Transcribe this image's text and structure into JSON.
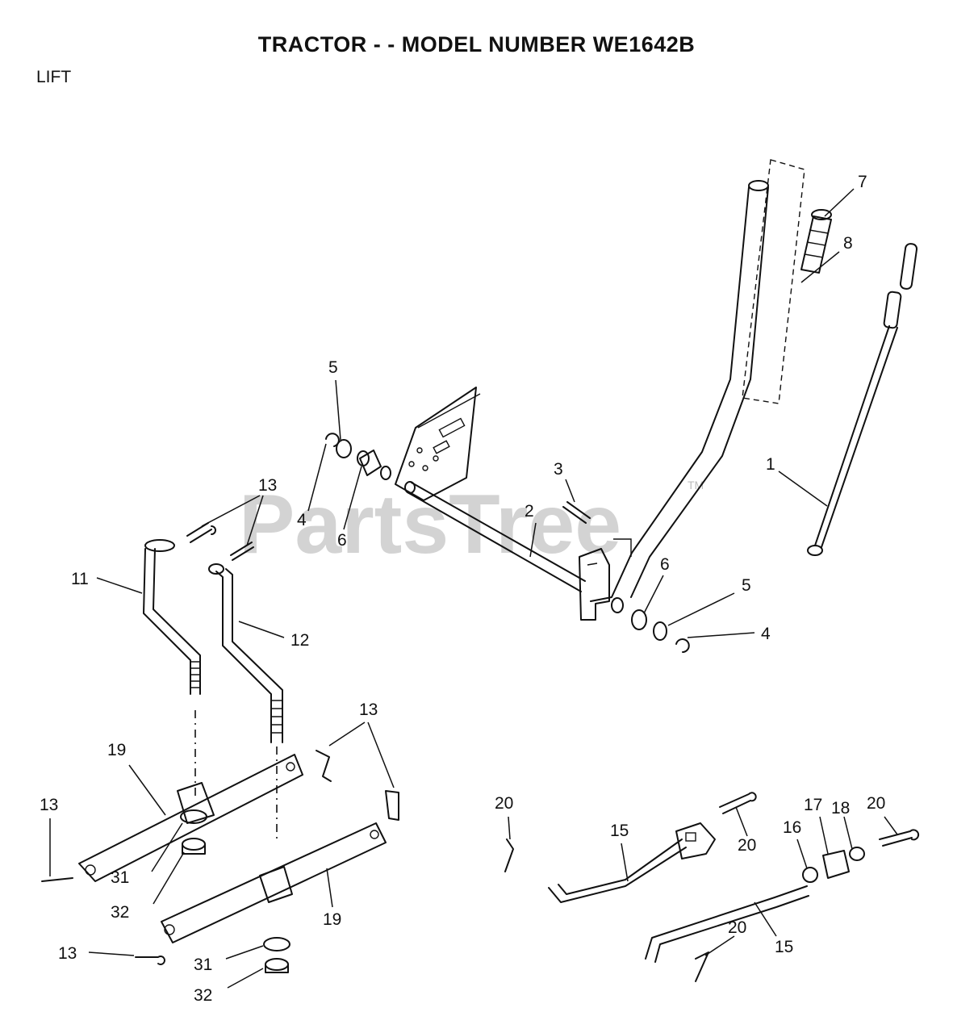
{
  "title": "TRACTOR - - MODEL NUMBER WE1642B",
  "section": "LIFT",
  "watermark": {
    "text": "PartsTree",
    "tm": "TM"
  },
  "callouts": [
    {
      "id": "c7",
      "text": "7"
    },
    {
      "id": "c8",
      "text": "8"
    },
    {
      "id": "c5a",
      "text": "5"
    },
    {
      "id": "c1",
      "text": "1"
    },
    {
      "id": "c3",
      "text": "3"
    },
    {
      "id": "c13a",
      "text": "13"
    },
    {
      "id": "c2",
      "text": "2"
    },
    {
      "id": "c4a",
      "text": "4"
    },
    {
      "id": "c6a",
      "text": "6"
    },
    {
      "id": "c11",
      "text": "11"
    },
    {
      "id": "c6b",
      "text": "6"
    },
    {
      "id": "c5b",
      "text": "5"
    },
    {
      "id": "c4b",
      "text": "4"
    },
    {
      "id": "c12",
      "text": "12"
    },
    {
      "id": "c13b",
      "text": "13"
    },
    {
      "id": "c19a",
      "text": "19"
    },
    {
      "id": "c13c",
      "text": "13"
    },
    {
      "id": "c20a",
      "text": "20"
    },
    {
      "id": "c20b",
      "text": "20"
    },
    {
      "id": "c15a",
      "text": "15"
    },
    {
      "id": "c16",
      "text": "16"
    },
    {
      "id": "c17",
      "text": "17"
    },
    {
      "id": "c18",
      "text": "18"
    },
    {
      "id": "c20c",
      "text": "20"
    },
    {
      "id": "c31a",
      "text": "31"
    },
    {
      "id": "c32a",
      "text": "32"
    },
    {
      "id": "c19b",
      "text": "19"
    },
    {
      "id": "c20d",
      "text": "20"
    },
    {
      "id": "c15b",
      "text": "15"
    },
    {
      "id": "c13d",
      "text": "13"
    },
    {
      "id": "c31b",
      "text": "31"
    },
    {
      "id": "c32b",
      "text": "32"
    }
  ]
}
